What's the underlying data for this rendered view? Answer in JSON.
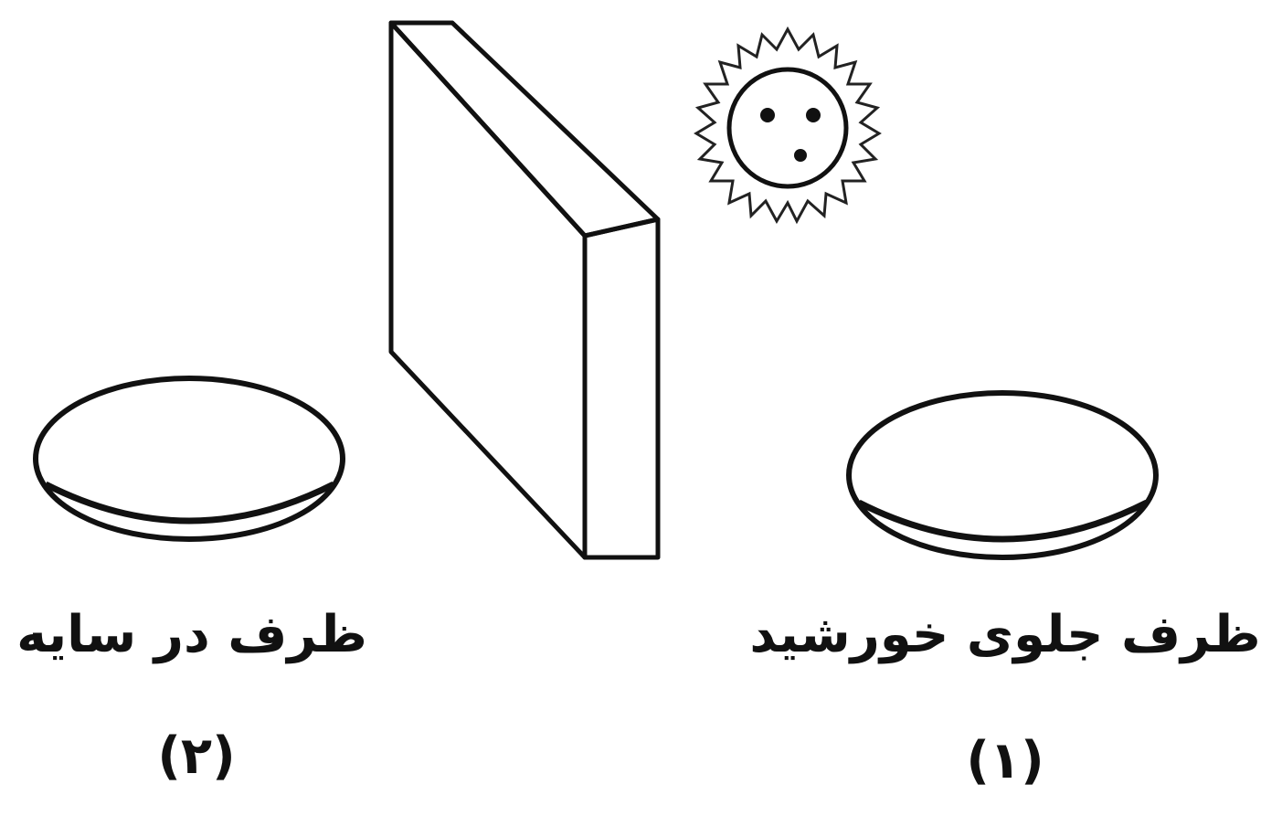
{
  "labels": {
    "dish_sun": "ظرف جلوی خورشید",
    "dish_shade": "ظرف در سایه",
    "number_sun": "(۱)",
    "number_shade": "(۲)"
  },
  "colors": {
    "line": "#111111",
    "background": "#ffffff"
  },
  "icons": {
    "sun": "sun-with-face-icon",
    "wall": "wall-block",
    "dish": "dish-ellipse"
  }
}
